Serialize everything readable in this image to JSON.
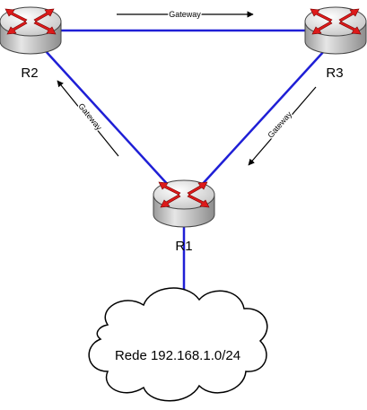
{
  "routers": [
    {
      "id": "r1",
      "label": "R1"
    },
    {
      "id": "r2",
      "label": "R2"
    },
    {
      "id": "r3",
      "label": "R3"
    }
  ],
  "links": [
    {
      "from": "R2",
      "to": "R3"
    },
    {
      "from": "R2",
      "to": "R1"
    },
    {
      "from": "R3",
      "to": "R1"
    },
    {
      "from": "R1",
      "to": "network"
    }
  ],
  "gateway_arrows": [
    {
      "label": "Gateway",
      "points_to": "R3"
    },
    {
      "label": "Gateway",
      "points_to": "R2"
    },
    {
      "label": "Gateway",
      "points_to": "R1"
    }
  ],
  "network": {
    "label": "Rede 192.168.1.0/24"
  },
  "colors": {
    "link": "#1f1fd6",
    "router_body": "#d4d4d4",
    "router_top": "#eaeaea",
    "router_arrow": "#dd1a1a"
  }
}
